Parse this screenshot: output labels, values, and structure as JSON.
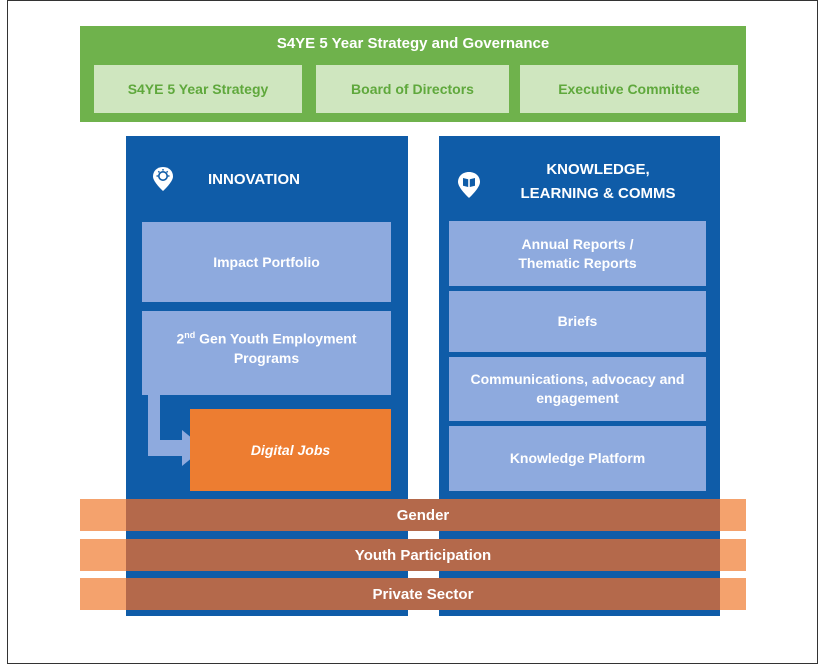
{
  "governance": {
    "title": "S4YE 5 Year Strategy and Governance",
    "items": [
      "S4YE 5 Year Strategy",
      "Board of Directors",
      "Executive Committee"
    ]
  },
  "innovation": {
    "heading": "INNOVATION",
    "icon": "lightbulb-icon",
    "impact_portfolio": "Impact Portfolio",
    "second_gen_prefix": "2",
    "second_gen_superscript": "nd",
    "second_gen_rest": " Gen Youth Employment Programs",
    "digital_jobs": "Digital Jobs"
  },
  "knowledge": {
    "heading_line1": "KNOWLEDGE,",
    "heading_line2": "LEARNING & COMMS",
    "icon": "book-icon",
    "items": [
      "Annual  Reports / Thematic Reports",
      "Briefs",
      "Communications, advocacy and engagement",
      "Knowledge Platform"
    ]
  },
  "crosscutting": [
    "Gender",
    "Youth Participation",
    "Private Sector"
  ],
  "colors": {
    "green": "#6fb24c",
    "light_green": "#cfe6bf",
    "dark_blue": "#0f5ca8",
    "light_blue": "#8eaade",
    "orange": "#ed7d31",
    "band_light": "#f4a26d",
    "band_dark": "#b4694b"
  }
}
